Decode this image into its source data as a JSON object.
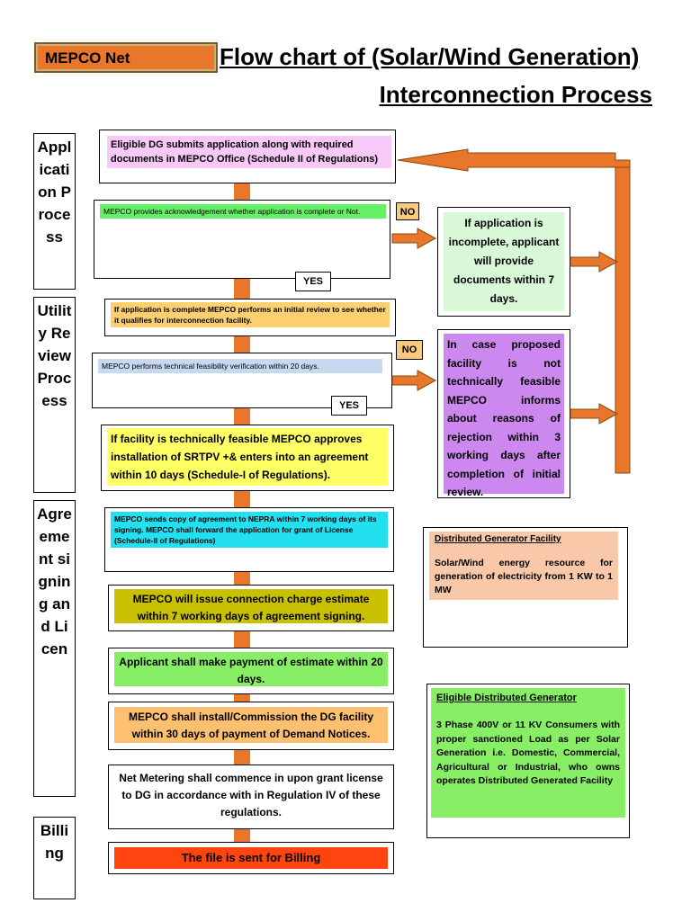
{
  "header": {
    "badge": "MEPCO Net",
    "title_line1": "Flow chart of (Solar/Wind Generation)",
    "title_line2": "Interconnection Process"
  },
  "sidebar": [
    {
      "label": "Application Process"
    },
    {
      "label": "Utility Review Process"
    },
    {
      "label": "Agreement signing and Licen"
    },
    {
      "label": "Billing"
    }
  ],
  "steps": [
    {
      "text": "Eligible DG submits application along with required documents in MEPCO Office (Schedule II of Regulations)",
      "color": "#f8c8f8"
    },
    {
      "text": "MEPCO provides acknowledgement whether application is complete or Not.",
      "color": "#66ee66"
    },
    {
      "text": "If application is complete MEPCO performs an initial review to see whether it qualifies for interconnection facility.",
      "color": "#fcd070"
    },
    {
      "text": "MEPCO performs technical feasibility verification within 20 days.",
      "color": "#c6d9f0"
    },
    {
      "text": "If facility is technically feasible MEPCO approves installation of SRTPV +& enters into an agreement within 10 days (Schedule-I of Regulations).",
      "color": "#ffff66"
    },
    {
      "text": "MEPCO sends copy of agreement to NEPRA within 7 working days of its signing. MEPCO shall forward the application for grant of License (Schedule-II of Regulations)",
      "color": "#22e0f0"
    },
    {
      "text": "MEPCO will issue connection charge estimate within 7 working days of agreement signing.",
      "color": "#c8c000"
    },
    {
      "text": "Applicant shall make payment of estimate within 20 days.",
      "color": "#88ee66"
    },
    {
      "text": "MEPCO shall install/Commission the DG facility within 30 days of payment of Demand Notices.",
      "color": "#fcc070"
    },
    {
      "text": "Net Metering shall commence in upon grant license to DG in accordance with in Regulation IV of these regulations.",
      "color": "#ffff66"
    },
    {
      "text": "The file is sent for Billing",
      "color": "#ff4410"
    }
  ],
  "decisions": {
    "no": "NO",
    "yes": "YES"
  },
  "outcomes": [
    {
      "text": "If application is incomplete, applicant will provide documents within 7 days.",
      "color": "#d8f8d8"
    },
    {
      "text": "In case proposed facility is not technically feasible MEPCO informs about reasons of rejection within 3 working days after completion of initial review.",
      "color": "#cc88ee"
    }
  ],
  "info_boxes": [
    {
      "heading": "Distributed Generator Facility",
      "body": "Solar/Wind energy resource for generation of electricity from 1 KW to 1 MW",
      "color": "#f8c8a8"
    },
    {
      "heading": "Eligible Distributed Generator",
      "body": "3 Phase 400V or 11 KV Consumers with proper sanctioned Load as per Solar Generation i.e. Domestic, Commercial, Agricultural or Industrial, who owns operates Distributed Generated Facility",
      "color": "#88ee66"
    }
  ],
  "colors": {
    "connector": "#e8762b",
    "arrow": "#e8762b"
  }
}
